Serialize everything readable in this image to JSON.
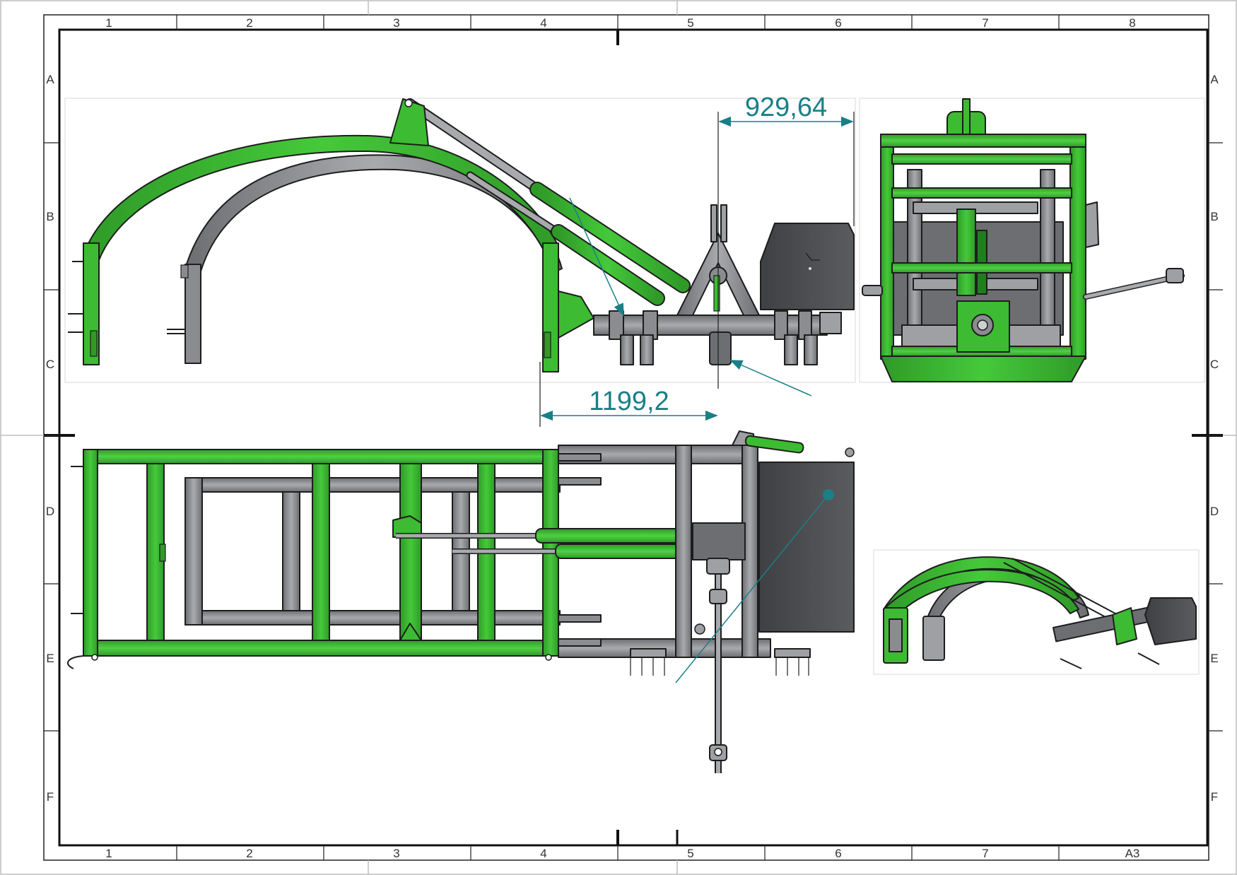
{
  "sheet": {
    "size_label": "A3",
    "columns": [
      "1",
      "2",
      "3",
      "4",
      "5",
      "6",
      "7",
      "8"
    ],
    "bottom_columns": [
      "1",
      "2",
      "3",
      "4",
      "5",
      "6",
      "7",
      "A3"
    ],
    "rows": [
      "A",
      "B",
      "C",
      "D",
      "E",
      "F"
    ]
  },
  "dimensions": {
    "top": "929,64",
    "bottom": "1199,2"
  },
  "colors": {
    "green": "#3dbb32",
    "green_dark": "#1f7f1c",
    "grey": "#8a8c90",
    "grey_dark": "#4a4b4f",
    "dimension": "#1a7f86"
  }
}
